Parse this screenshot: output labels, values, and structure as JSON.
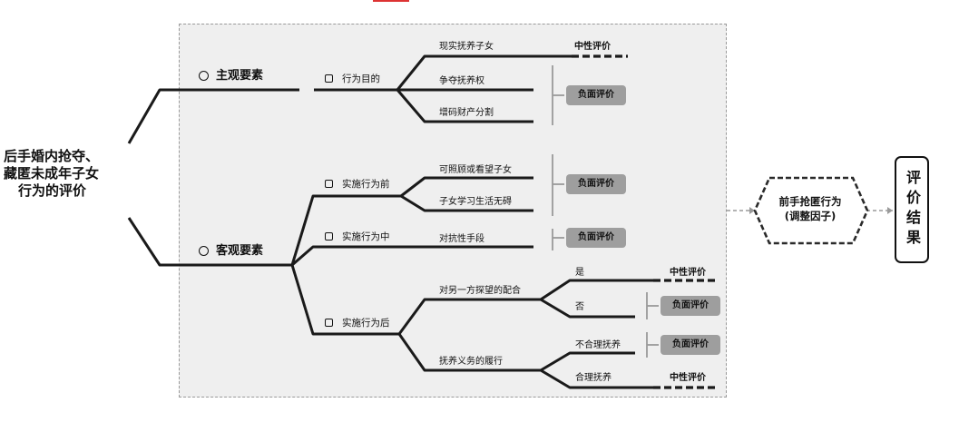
{
  "root": {
    "title_line1": "后手婚内抢夺、",
    "title_line2": "藏匿未成年子女",
    "title_line3": "行为的评价"
  },
  "subjective": {
    "label": "主观要素",
    "purpose": {
      "label": "行为目的",
      "items": [
        "现实抚养子女",
        "争夺抚养权",
        "增码财产分割"
      ],
      "neutral_badge": "中性评价",
      "negative_badge": "负面评价"
    }
  },
  "objective": {
    "label": "客观要素",
    "before": {
      "label": "实施行为前",
      "items": [
        "可照顾或看望子女",
        "子女学习生活无碍"
      ],
      "badge": "负面评价"
    },
    "during": {
      "label": "实施行为中",
      "items": [
        "对抗性手段"
      ],
      "badge": "负面评价"
    },
    "after": {
      "label": "实施行为后",
      "cooperation": {
        "label": "对另一方探望的配合",
        "yes": "是",
        "yes_badge": "中性评价",
        "no": "否",
        "no_badge": "负面评价"
      },
      "duty": {
        "label": "抚养义务的履行",
        "unreasonable": "不合理抚养",
        "unreasonable_badge": "负面评价",
        "reasonable": "合理抚养",
        "reasonable_badge": "中性评价"
      }
    }
  },
  "adjustment": {
    "line1": "前手抢匿行为",
    "line2": "(调整因子)"
  },
  "result": {
    "label": "评价结果"
  },
  "colors": {
    "line": "#1a1a1a",
    "panel": "#efefef",
    "badge": "#9e9e9e"
  }
}
